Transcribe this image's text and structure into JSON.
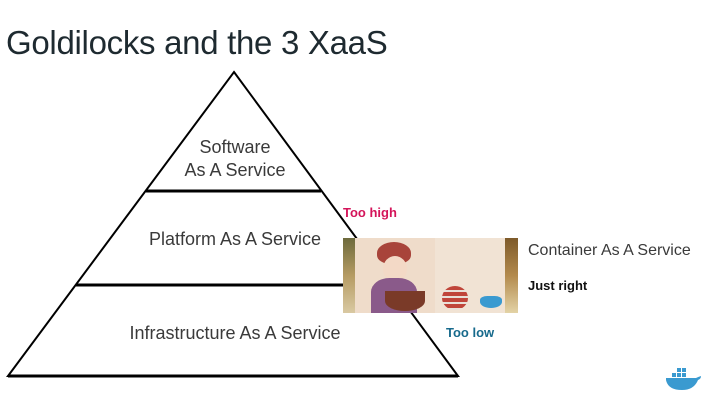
{
  "title": "Goldilocks and the 3 XaaS",
  "pyramid": {
    "layers": [
      {
        "line1": "Software",
        "line2": "As A Service"
      },
      {
        "label": "Platform As A Service"
      },
      {
        "label": "Infrastructure As A Service"
      }
    ]
  },
  "annotations": {
    "too_high": "Too high",
    "too_low": "Too low",
    "caas": "Container As A Service",
    "just_right": "Just right"
  },
  "colors": {
    "too_high": "#d4145a",
    "too_low": "#176a8c",
    "docker_blue": "#3a9ad0"
  },
  "image": {
    "description": "goldilocks-illustration-with-docker-whale"
  },
  "logo": {
    "icon": "docker-whale-icon"
  }
}
